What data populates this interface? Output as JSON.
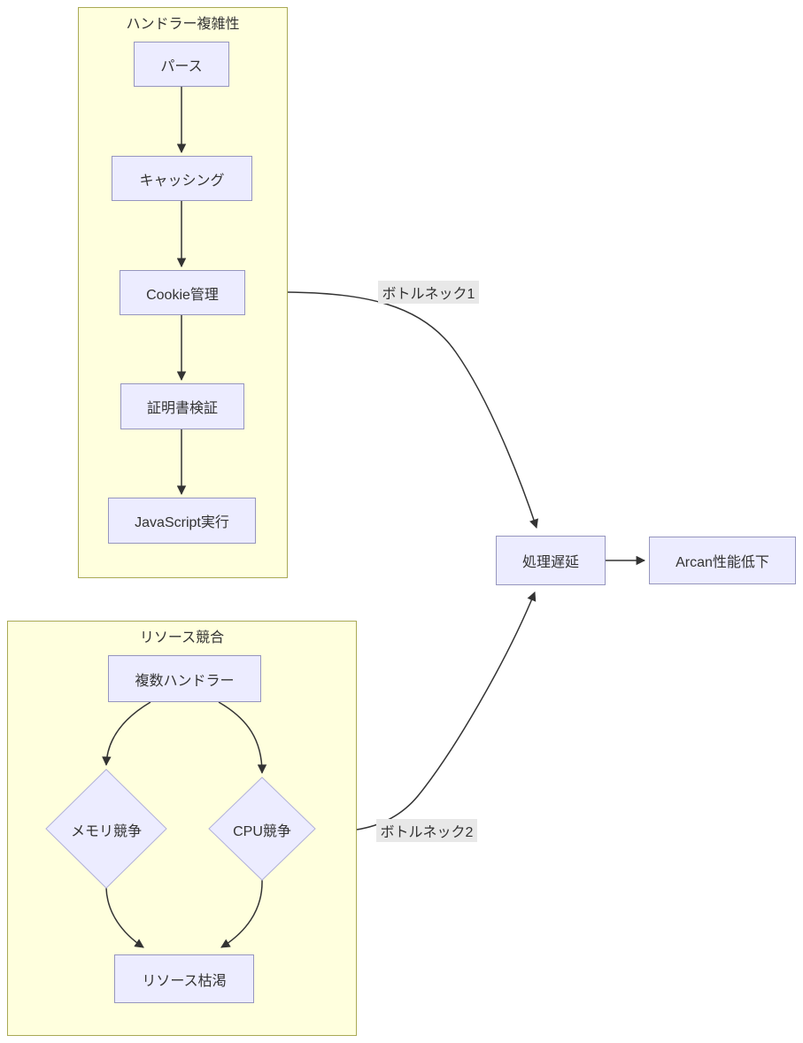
{
  "diagram": {
    "type": "flowchart",
    "background": "#ffffff",
    "theme": {
      "node_fill": "#ECECFF",
      "node_border": "#9696be",
      "cluster_fill": "#ffffde",
      "cluster_border": "#aaaa55",
      "edge_color": "#333333",
      "edge_label_bg": "#e8e8e8",
      "text_color": "#333333"
    },
    "clusters": [
      {
        "id": "handler-complexity",
        "title": "ハンドラー複雑性"
      },
      {
        "id": "resource-contention",
        "title": "リソース競合"
      }
    ],
    "nodes": [
      {
        "id": "parse",
        "label": "パース",
        "shape": "rect",
        "cluster": "handler-complexity"
      },
      {
        "id": "caching",
        "label": "キャッシング",
        "shape": "rect",
        "cluster": "handler-complexity"
      },
      {
        "id": "cookie",
        "label": "Cookie管理",
        "shape": "rect",
        "cluster": "handler-complexity"
      },
      {
        "id": "cert",
        "label": "証明書検証",
        "shape": "rect",
        "cluster": "handler-complexity"
      },
      {
        "id": "js",
        "label": "JavaScript実行",
        "shape": "rect",
        "cluster": "handler-complexity"
      },
      {
        "id": "multi-handler",
        "label": "複数ハンドラー",
        "shape": "rect",
        "cluster": "resource-contention"
      },
      {
        "id": "memory",
        "label": "メモリ競争",
        "shape": "diamond",
        "cluster": "resource-contention"
      },
      {
        "id": "cpu",
        "label": "CPU競争",
        "shape": "diamond",
        "cluster": "resource-contention"
      },
      {
        "id": "depletion",
        "label": "リソース枯渇",
        "shape": "rect",
        "cluster": "resource-contention"
      },
      {
        "id": "delay",
        "label": "処理遅延",
        "shape": "rect",
        "cluster": null
      },
      {
        "id": "arcan",
        "label": "Arcan性能低下",
        "shape": "rect",
        "cluster": null
      }
    ],
    "edges": [
      {
        "from": "parse",
        "to": "caching",
        "label": ""
      },
      {
        "from": "caching",
        "to": "cookie",
        "label": ""
      },
      {
        "from": "cookie",
        "to": "cert",
        "label": ""
      },
      {
        "from": "cert",
        "to": "js",
        "label": ""
      },
      {
        "from": "multi-handler",
        "to": "memory",
        "label": ""
      },
      {
        "from": "multi-handler",
        "to": "cpu",
        "label": ""
      },
      {
        "from": "memory",
        "to": "depletion",
        "label": ""
      },
      {
        "from": "cpu",
        "to": "depletion",
        "label": ""
      },
      {
        "from": "handler-complexity",
        "to": "delay",
        "label": "ボトルネック1"
      },
      {
        "from": "resource-contention",
        "to": "delay",
        "label": "ボトルネック2"
      },
      {
        "from": "delay",
        "to": "arcan",
        "label": ""
      }
    ]
  }
}
